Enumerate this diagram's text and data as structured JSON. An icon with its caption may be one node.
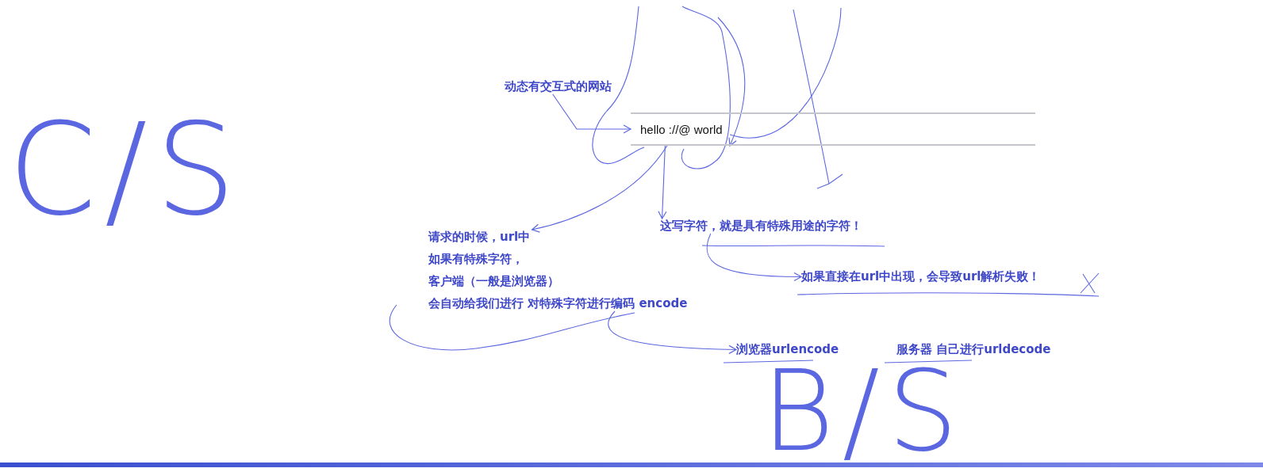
{
  "diagram": {
    "nodes": [
      {
        "text": [
          "动态有交互式的网站"
        ]
      },
      {
        "text": [
          "hello ://@ world"
        ]
      },
      {
        "text": [
          "这写字符，就是具有特殊用途的字符！"
        ]
      },
      {
        "text": [
          "请求的时候，url中",
          "如果有特殊字符，",
          "客户端（一般是浏览器）",
          "会自动给我们进行 对特殊字符进行编码 encode"
        ]
      },
      {
        "text": [
          "如果直接在url中出现，会导致url解析失败！"
        ]
      },
      {
        "text": [
          "浏览器urlencode"
        ]
      },
      {
        "text": [
          "服务器 自己进行urldecode"
        ]
      }
    ],
    "edges": [
      {
        "from": 0,
        "to": 1,
        "arrow": "to"
      },
      {
        "from": null,
        "to": 1,
        "arrow": "to"
      },
      {
        "from": 1,
        "to": 3,
        "arrow": "to"
      },
      {
        "from": 1,
        "to": 2,
        "arrow": "to"
      },
      {
        "from": 2,
        "to": 4,
        "arrow": "to"
      },
      {
        "from": 3,
        "to": 5,
        "arrow": "to"
      }
    ],
    "labels": [
      "C/S",
      "B/S"
    ]
  }
}
